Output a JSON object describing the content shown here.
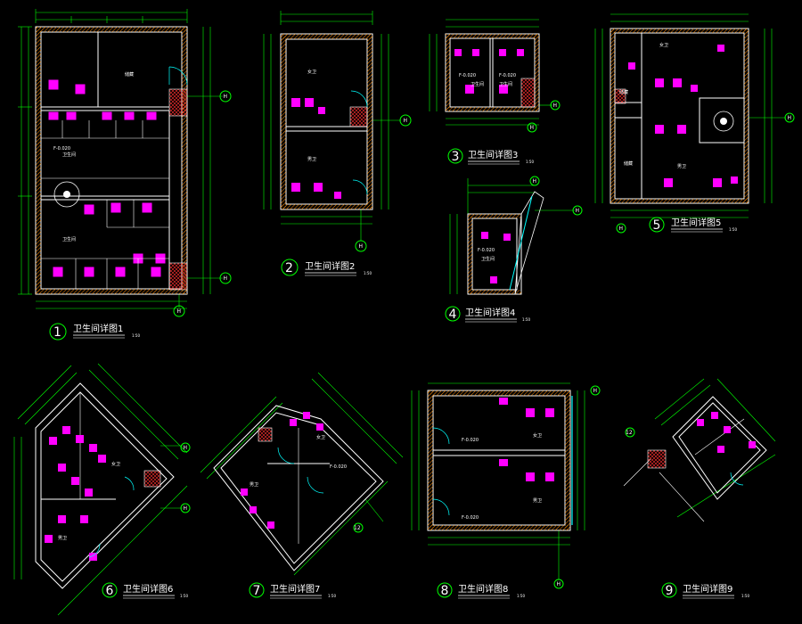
{
  "colors": {
    "background": "#000000",
    "dimension": "#00ff00",
    "wall": "#ffffff",
    "hatch": "#ff8c00",
    "fixture": "#ff00ff",
    "door": "#00ffff",
    "text": "#ffffff",
    "axis_bubble": "#00ff00"
  },
  "drawings": [
    {
      "id": "1",
      "number": "1",
      "title": "卫生间详图1",
      "scale": "1:50"
    },
    {
      "id": "2",
      "number": "2",
      "title": "卫生间详图2",
      "scale": "1:50"
    },
    {
      "id": "3",
      "number": "3",
      "title": "卫生间详图3",
      "scale": "1:50"
    },
    {
      "id": "4",
      "number": "4",
      "title": "卫生间详图4",
      "scale": "1:50"
    },
    {
      "id": "5",
      "number": "5",
      "title": "卫生间详图5",
      "scale": "1:50"
    },
    {
      "id": "6",
      "number": "6",
      "title": "卫生间详图6",
      "scale": "1:50"
    },
    {
      "id": "7",
      "number": "7",
      "title": "卫生间详图7",
      "scale": "1:50"
    },
    {
      "id": "8",
      "number": "8",
      "title": "卫生间详图8",
      "scale": "1:50"
    },
    {
      "id": "9",
      "number": "9",
      "title": "卫生间详图9",
      "scale": "1:50"
    }
  ],
  "room_labels": {
    "male": "男卫",
    "female": "女卫",
    "toilet": "卫生间",
    "storage": "储藏",
    "level": "F-0.020"
  },
  "axis_labels": {
    "h": "H",
    "twelve": "12"
  }
}
